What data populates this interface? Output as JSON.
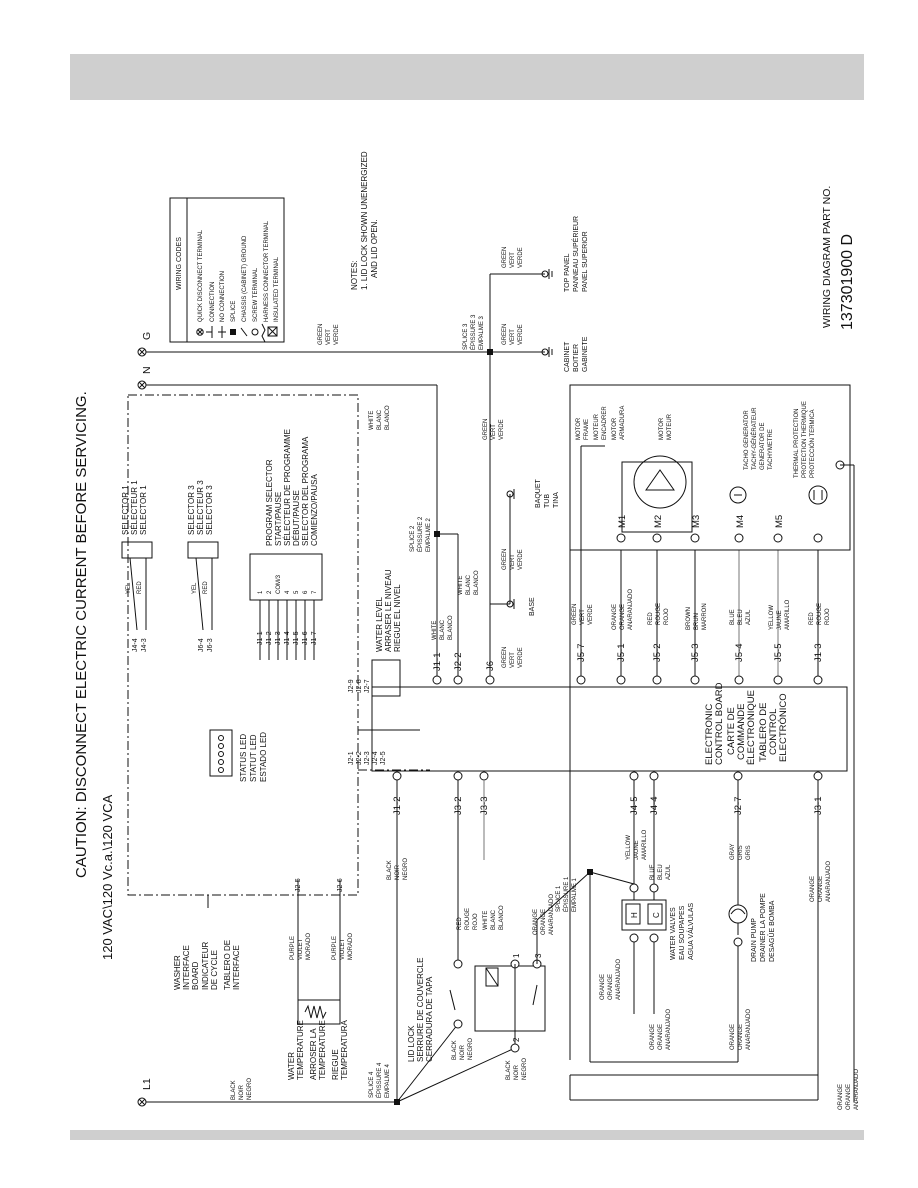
{
  "header": {
    "caution": "CAUTION:  DISCONNECT ELECTRIC CURRENT BEFORE SERVICING.",
    "voltage": "120 VAC\\120 Vc.a.\\120 VCA"
  },
  "part_number": {
    "label": "WIRING DIAGRAM PART NO.",
    "value": "137301900 D"
  },
  "notes": {
    "heading": "NOTES:",
    "line1": "1. LID LOCK SHOWN UNENERGIZED",
    "line2": "AND LID OPEN."
  },
  "wiring_codes": {
    "title": "WIRING CODES",
    "items": [
      "QUICK DISCONNECT TERMINAL",
      "CONNECTION",
      "NO CONNECTION",
      "SPLICE",
      "CHASSIS (CABINET) GROUND",
      "SCREW TERMINAL",
      "HARNESS CONNECTOR TERMINAL",
      "INSULATED TERMINAL"
    ]
  },
  "terminals": {
    "l1": "L1",
    "n": "N",
    "g": "G"
  },
  "top_panel": [
    "TOP PANEL",
    "PANNEAU SUPÉRIEUR",
    "PANEL SUPERIOR"
  ],
  "cabinet": [
    "CABINET",
    "BOITIER",
    "GABINETE"
  ],
  "tub": [
    "BAQUET",
    "TUB",
    "TINA"
  ],
  "base": "BASE",
  "splices": {
    "s3": [
      "SPLICE 3",
      "ÉPISSURE 3",
      "EMPALME 3"
    ],
    "s2": [
      "SPLICE 2",
      "ÉPISSURE 2",
      "EMPALME 2"
    ],
    "s1": [
      "SPLICE 1",
      "ÉPISSURE 1",
      "EMPALME 1"
    ],
    "s4": [
      "SPLICE 4",
      "ÉPISSURE 4",
      "EMPALME 4"
    ]
  },
  "wire_colors": {
    "green": [
      "GREEN",
      "VERT",
      "VERDE"
    ],
    "white": [
      "WHITE",
      "BLANC",
      "BLANCO"
    ],
    "black": [
      "BLACK",
      "NOIR",
      "NEGRO"
    ],
    "orange": [
      "ORANGE",
      "ORANGE",
      "ANARANJADO"
    ],
    "red": [
      "RED",
      "ROUGE",
      "ROJO"
    ],
    "brown": [
      "BROWN",
      "BRUN",
      "MARRON"
    ],
    "blue": [
      "BLUE",
      "BLEU",
      "AZUL"
    ],
    "yellow": [
      "YELLOW",
      "JAUNE",
      "AMARILLO"
    ],
    "purple": [
      "PURPLE",
      "VIOLET",
      "MORADO"
    ],
    "gray": [
      "GRAY",
      "GRIS",
      "GRIS"
    ],
    "yel": "YEL",
    "red_short": "RED"
  },
  "motor": {
    "frame": [
      "MOTOR",
      "FRAME",
      "MOTEUR",
      "ENCADRER",
      "MOTOR",
      "ARMADURA"
    ],
    "name": [
      "MOTOR",
      "MOTEUR"
    ],
    "tacho": [
      "TACHO GENERATOR",
      "TACHY-GÉNÉRATEUR",
      "GENERATOR DE",
      "TACHYMETRE"
    ],
    "thermal": [
      "THERMAL PROTECTION",
      "PROTECTION THERMIQUE",
      "PROTECCIÓN TERMICA"
    ],
    "terms": [
      "M1",
      "M2",
      "M3",
      "M4",
      "M5"
    ]
  },
  "control_board": [
    "ELECTRONIC",
    "CONTROL BOARD",
    "CARTE DE",
    "COMMANDE",
    "ÉLECTRONIQUE",
    "TABLERO DE",
    "CONTROL",
    "ELECTRÓNICO"
  ],
  "connectors": {
    "bottom": [
      "J5-7",
      "J5-1",
      "J5-2",
      "J5-3",
      "J5-4",
      "J5-5",
      "J1-3"
    ],
    "top": [
      "J1-2",
      "J3-2",
      "J3-3",
      "J4-5",
      "J4-4",
      "J2-7",
      "J3-1"
    ],
    "left": [
      "J1-1",
      "J2-2",
      "J6"
    ]
  },
  "water_level": {
    "label": [
      "WATER LEVEL",
      "ARRASER LE NIVEAU",
      "RIEGUE EL NIVEL"
    ],
    "pins": [
      "J2-9",
      "J2-8",
      "J2-7"
    ]
  },
  "status_led": [
    "STATUS LED",
    "STATUT LED",
    "ESTADO LED"
  ],
  "status_pins": [
    "J2-1",
    "J2-2",
    "J2-3",
    "J2-4",
    "J2-5"
  ],
  "program_selector": {
    "label": [
      "PROGRAM SELECTOR",
      "START/PAUSE",
      "SÉLECTEUR DE PROGRAMME",
      "DÉBUT/PAUSE",
      "SELECTOR DEL PROGRAMA",
      "COMIENZO/PAUSA"
    ],
    "pins": [
      "J1-1",
      "J1-2",
      "J1-3",
      "J1-4",
      "J1-5",
      "J1-6",
      "J1-7"
    ],
    "numbers": [
      "1",
      "2",
      "COM/3",
      "4",
      "5",
      "6",
      "7"
    ]
  },
  "selector1": {
    "label": [
      "SELECTOR 1",
      "SÉLECTEUR 1",
      "SELECTOR 1"
    ],
    "pins": [
      "J4-4",
      "J4-3"
    ]
  },
  "selector3": {
    "label": [
      "SELECTOR 3",
      "SÉLECTEUR 3",
      "SELECTOR 3"
    ],
    "pins": [
      "J6-4",
      "J6-3"
    ]
  },
  "interface_board": [
    "WASHER",
    "INTERFACE",
    "BOARD",
    "INDICATEUR",
    "DE CYCLE",
    "TABLERO DE",
    "INTERFACE"
  ],
  "water_temp": {
    "label": [
      "WATER",
      "TEMPERATURE",
      "ARROSER LA",
      "TEMPERATURE",
      "RIEGUE",
      "TEMPERATURA"
    ],
    "pins": [
      "J2-5",
      "J2-6"
    ]
  },
  "lid_lock": {
    "label": [
      "LID LOCK",
      "SERRURE DE COUVERCLE",
      "CERRADURA DE TAPA"
    ],
    "pins": [
      "1",
      "2",
      "3"
    ]
  },
  "water_valves": {
    "label": [
      "WATER VALVES",
      "EAU SOUPAPES",
      "AGUA VÁLVULAS"
    ],
    "h": "H",
    "c": "C"
  },
  "drain_pump": [
    "DRAIN PUMP",
    "DRAINER LA POMPE",
    "DESAGÜE BOMBA"
  ]
}
